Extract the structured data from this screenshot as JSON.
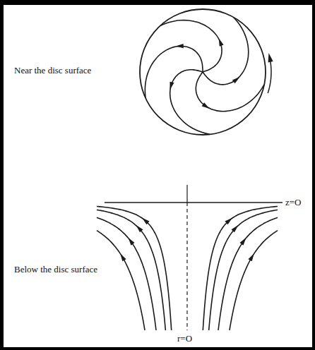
{
  "diagram": {
    "labels": [
      "Near the disc surface",
      "Below the disc surface",
      "z=O",
      "r=O"
    ]
  }
}
